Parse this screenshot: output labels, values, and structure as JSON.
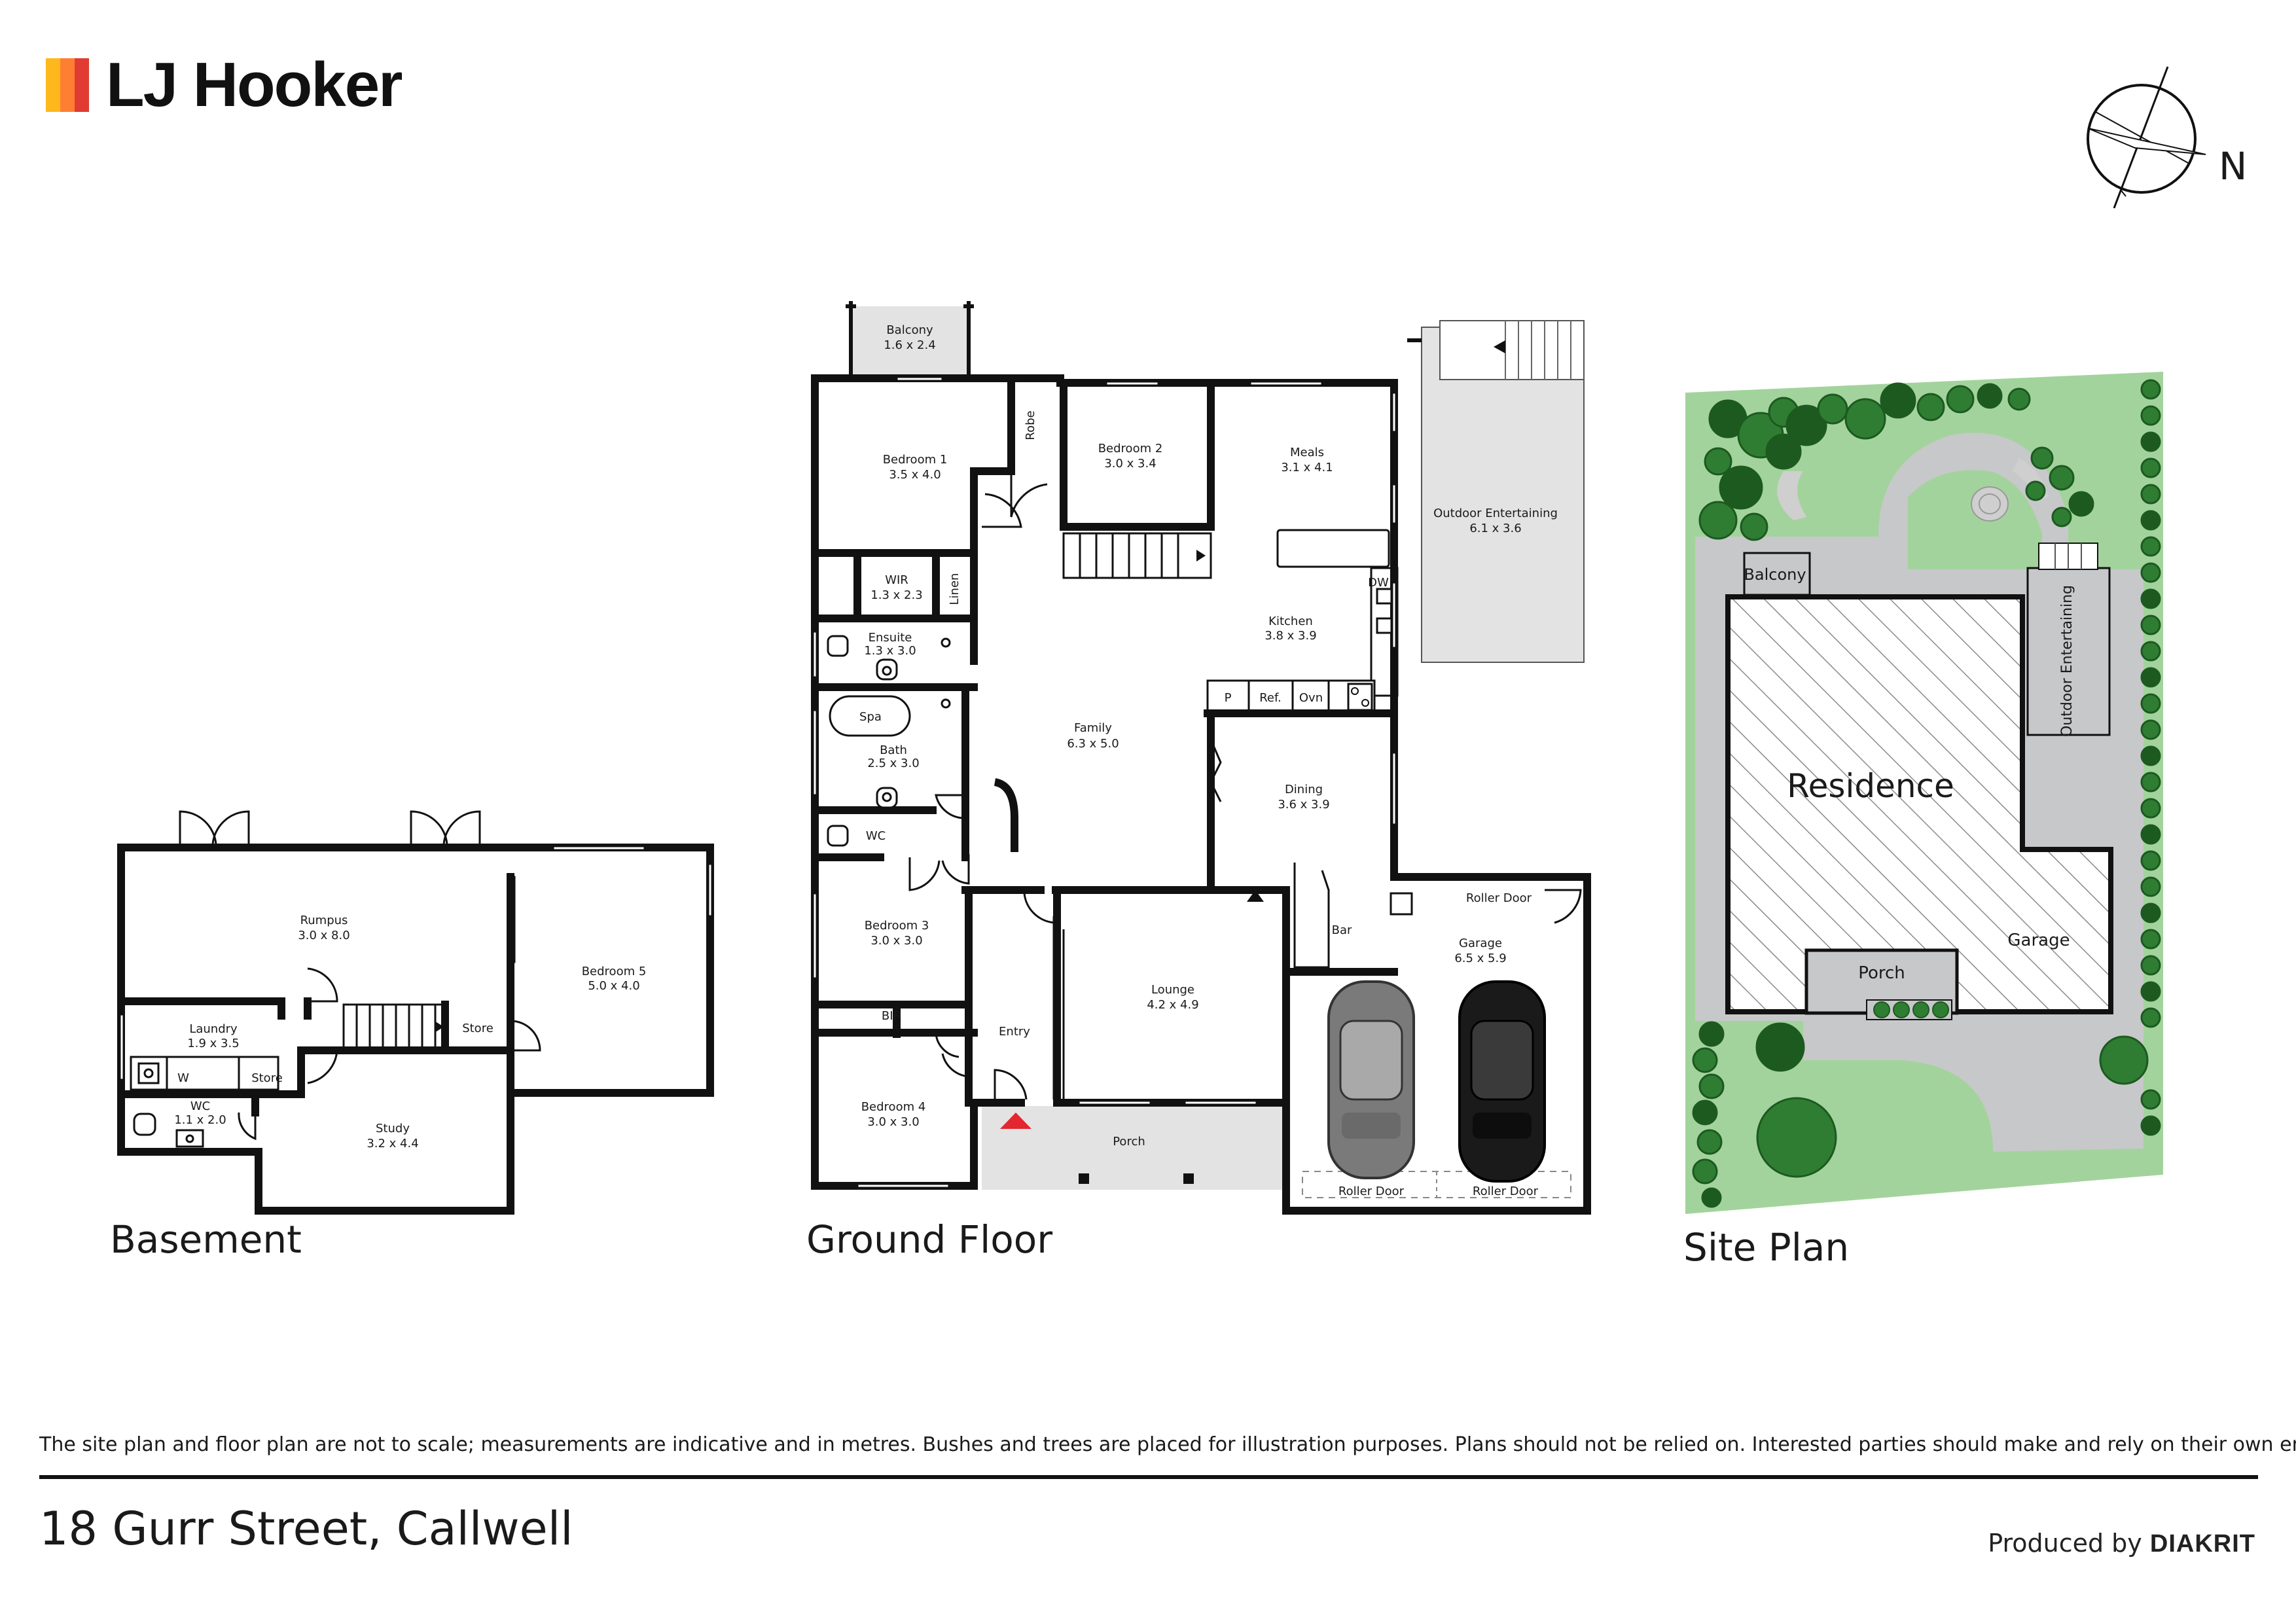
{
  "brand": {
    "name": "LJ Hooker",
    "stripe_colors": [
      "#ffb81c",
      "#ff7f32",
      "#e03c31"
    ]
  },
  "compass": {
    "label": "N"
  },
  "floors": {
    "basement": "Basement",
    "ground": "Ground Floor",
    "site": "Site Plan"
  },
  "rooms": {
    "balcony": {
      "name": "Balcony",
      "size": "1.6 x 2.4"
    },
    "bedroom1": {
      "name": "Bedroom 1",
      "size": "3.5 x 4.0"
    },
    "robe": {
      "name": "Robe"
    },
    "bedroom2": {
      "name": "Bedroom 2",
      "size": "3.0 x 3.4"
    },
    "meals": {
      "name": "Meals",
      "size": "3.1 x 4.1"
    },
    "outdoor": {
      "name": "Outdoor Entertaining",
      "size": "6.1 x 3.6"
    },
    "wir": {
      "name": "WIR",
      "size": "1.3 x 2.3"
    },
    "linen": {
      "name": "Linen"
    },
    "ensuite": {
      "name": "Ensuite",
      "size": "1.3 x 3.0"
    },
    "kitchen": {
      "name": "Kitchen",
      "size": "3.8 x 3.9"
    },
    "dw": {
      "name": "DW"
    },
    "p": {
      "name": "P"
    },
    "ref": {
      "name": "Ref."
    },
    "ovn": {
      "name": "Ovn"
    },
    "spa": {
      "name": "Spa"
    },
    "bath": {
      "name": "Bath",
      "size": "2.5 x 3.0"
    },
    "family": {
      "name": "Family",
      "size": "6.3 x 5.0"
    },
    "dining": {
      "name": "Dining",
      "size": "3.6 x 3.9"
    },
    "wc_ground": {
      "name": "WC"
    },
    "bedroom3": {
      "name": "Bedroom 3",
      "size": "3.0 x 3.0"
    },
    "bar": {
      "name": "Bar"
    },
    "roller_top": {
      "name": "Roller Door"
    },
    "garage": {
      "name": "Garage",
      "size": "6.5 x 5.9"
    },
    "lounge": {
      "name": "Lounge",
      "size": "4.2 x 4.9"
    },
    "bir": {
      "name": "BIR"
    },
    "entry": {
      "name": "Entry"
    },
    "bedroom4": {
      "name": "Bedroom 4",
      "size": "3.0 x 3.0"
    },
    "porch": {
      "name": "Porch"
    },
    "roller_left": {
      "name": "Roller Door"
    },
    "roller_right": {
      "name": "Roller Door"
    },
    "rumpus": {
      "name": "Rumpus",
      "size": "3.0 x 8.0"
    },
    "bedroom5": {
      "name": "Bedroom 5",
      "size": "5.0 x 4.0"
    },
    "laundry": {
      "name": "Laundry",
      "size": "1.9 x 3.5"
    },
    "store_stairs": {
      "name": "Store"
    },
    "w": {
      "name": "W"
    },
    "store_laundry": {
      "name": "Store"
    },
    "wc_basement": {
      "name": "WC",
      "size": "1.1 x 2.0"
    },
    "study": {
      "name": "Study",
      "size": "3.2 x 4.4"
    }
  },
  "site": {
    "balcony": "Balcony",
    "residence": "Residence",
    "outdoor": "Outdoor Entertaining",
    "garage": "Garage",
    "porch": "Porch"
  },
  "colors": {
    "wall": "#111111",
    "paving": "#e3e3e3",
    "lawn": "#a3d39c",
    "tree": "#2f7d32",
    "tree_dark": "#1c5a20",
    "driveway": "#c7c8ca",
    "entry_marker": "#e3262f"
  },
  "disclaimer": "The site plan and floor plan are not to scale; measurements are indicative and in metres. Bushes and trees are placed for illustration purposes. Plans should not be relied on. Interested parties should make and rely on their own enquiries.",
  "address": "18 Gurr Street, Callwell",
  "producer": {
    "prefix": "Produced by",
    "name": "DIAKRIT"
  }
}
